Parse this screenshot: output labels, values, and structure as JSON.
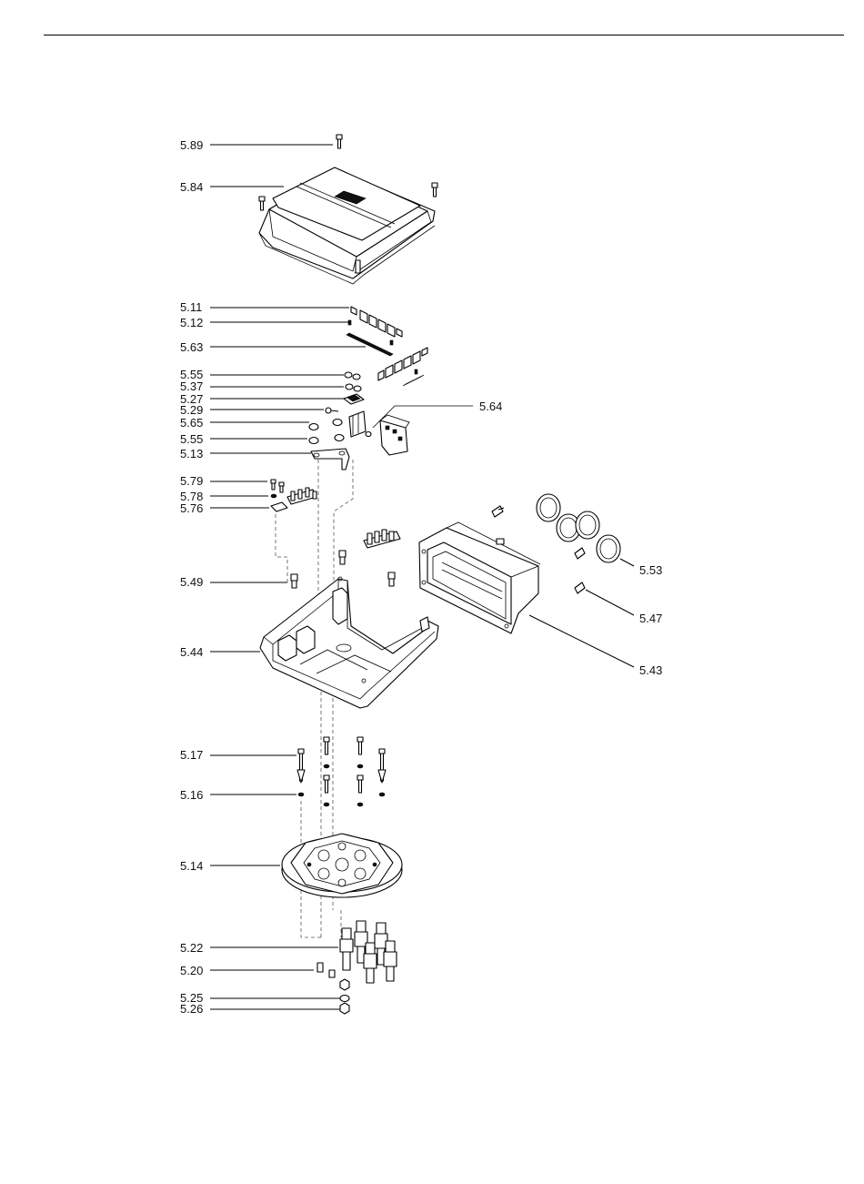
{
  "callouts": [
    {
      "id": "5.89",
      "label": "5.89"
    },
    {
      "id": "5.84",
      "label": "5.84"
    },
    {
      "id": "5.11",
      "label": "5.11"
    },
    {
      "id": "5.12",
      "label": "5.12"
    },
    {
      "id": "5.63",
      "label": "5.63"
    },
    {
      "id": "5.55a",
      "label": "5.55"
    },
    {
      "id": "5.37",
      "label": "5.37"
    },
    {
      "id": "5.27",
      "label": "5.27"
    },
    {
      "id": "5.29",
      "label": "5.29"
    },
    {
      "id": "5.65",
      "label": "5.65"
    },
    {
      "id": "5.55b",
      "label": "5.55"
    },
    {
      "id": "5.13",
      "label": "5.13"
    },
    {
      "id": "5.64",
      "label": "5.64"
    },
    {
      "id": "5.79",
      "label": "5.79"
    },
    {
      "id": "5.78",
      "label": "5.78"
    },
    {
      "id": "5.76",
      "label": "5.76"
    },
    {
      "id": "5.49",
      "label": "5.49"
    },
    {
      "id": "5.44",
      "label": "5.44"
    },
    {
      "id": "5.53",
      "label": "5.53"
    },
    {
      "id": "5.47",
      "label": "5.47"
    },
    {
      "id": "5.43",
      "label": "5.43"
    },
    {
      "id": "5.17",
      "label": "5.17"
    },
    {
      "id": "5.16",
      "label": "5.16"
    },
    {
      "id": "5.14",
      "label": "5.14"
    },
    {
      "id": "5.22",
      "label": "5.22"
    },
    {
      "id": "5.20",
      "label": "5.20"
    },
    {
      "id": "5.25",
      "label": "5.25"
    },
    {
      "id": "5.26",
      "label": "5.26"
    }
  ]
}
